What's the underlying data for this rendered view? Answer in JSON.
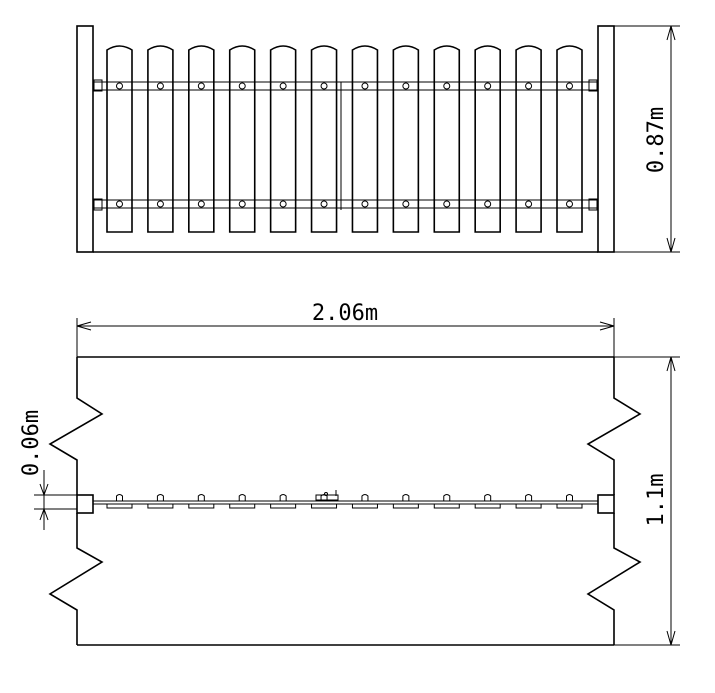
{
  "elevation_view": {
    "picket_count": 12,
    "height_dimension": "0.87m"
  },
  "plan_view": {
    "width_dimension": "2.06m",
    "depth_dimension": "1.1m",
    "rail_thickness_dimension": "0.06m"
  },
  "colors": {
    "line": "#000000",
    "background": "#ffffff"
  }
}
